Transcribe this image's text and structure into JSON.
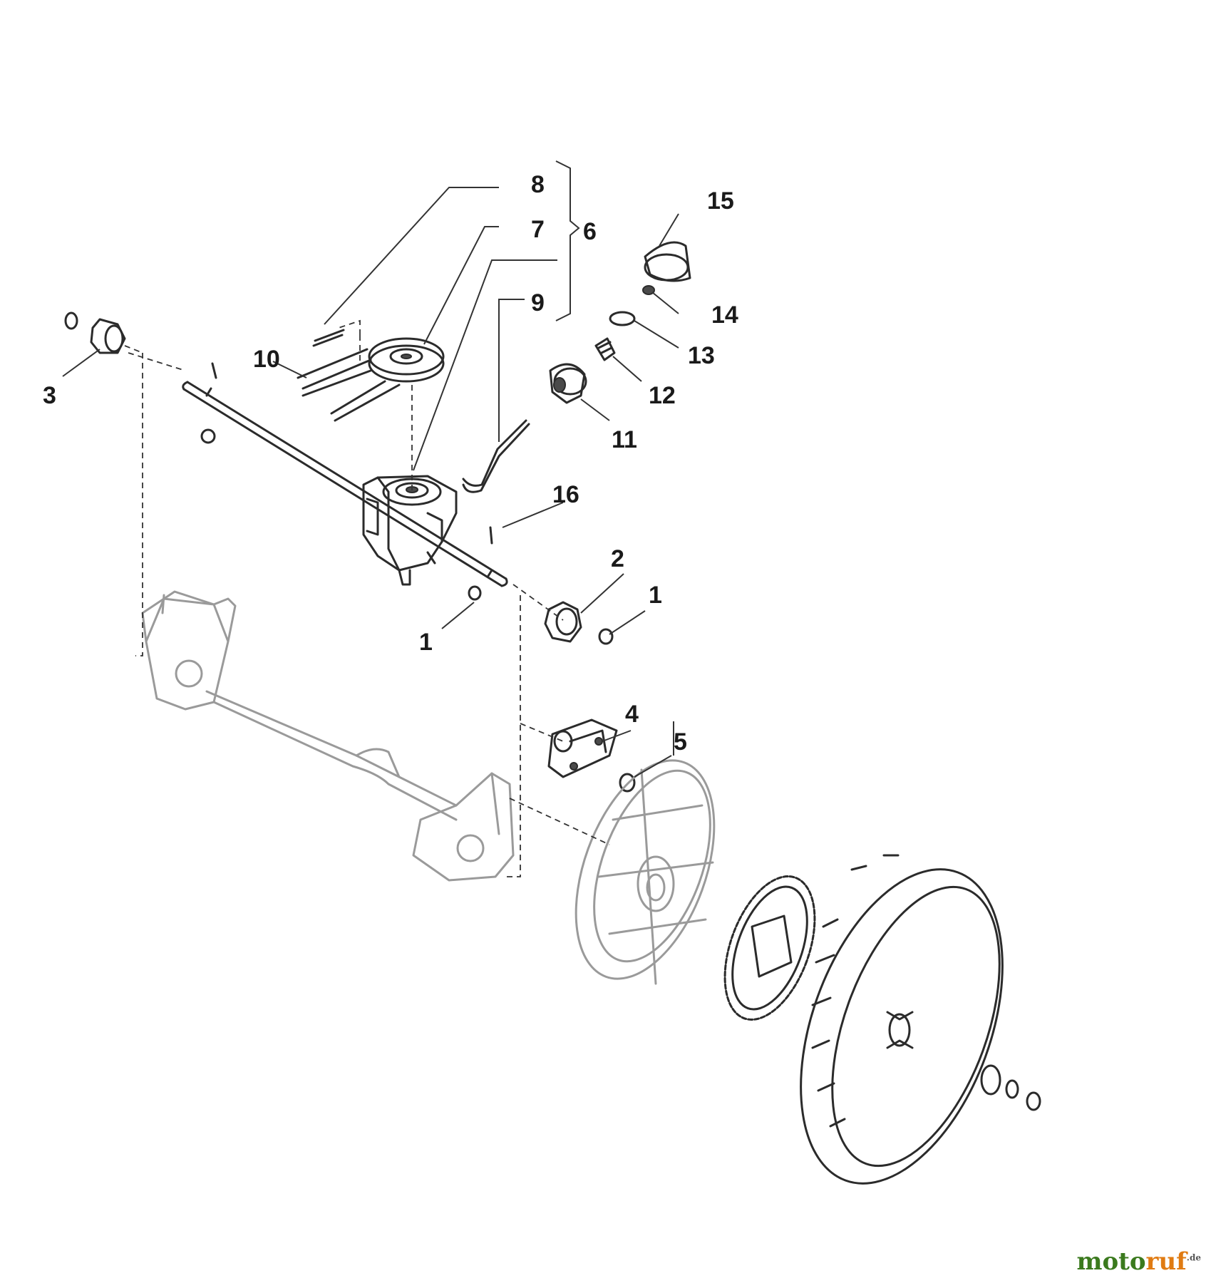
{
  "diagram": {
    "callouts": [
      {
        "id": "c8",
        "text": "8"
      },
      {
        "id": "c7",
        "text": "7"
      },
      {
        "id": "c6",
        "text": "6"
      },
      {
        "id": "c15",
        "text": "15"
      },
      {
        "id": "c9",
        "text": "9"
      },
      {
        "id": "c14",
        "text": "14"
      },
      {
        "id": "c13",
        "text": "13"
      },
      {
        "id": "c12",
        "text": "12"
      },
      {
        "id": "c11",
        "text": "11"
      },
      {
        "id": "c10",
        "text": "10"
      },
      {
        "id": "c3",
        "text": "3"
      },
      {
        "id": "c16",
        "text": "16"
      },
      {
        "id": "c2",
        "text": "2"
      },
      {
        "id": "c1a",
        "text": "1"
      },
      {
        "id": "c1b",
        "text": "1"
      },
      {
        "id": "c4",
        "text": "4"
      },
      {
        "id": "c5",
        "text": "5"
      }
    ]
  },
  "watermark": {
    "part1": "moto",
    "part2": "ruf",
    "suffix": ".de"
  }
}
